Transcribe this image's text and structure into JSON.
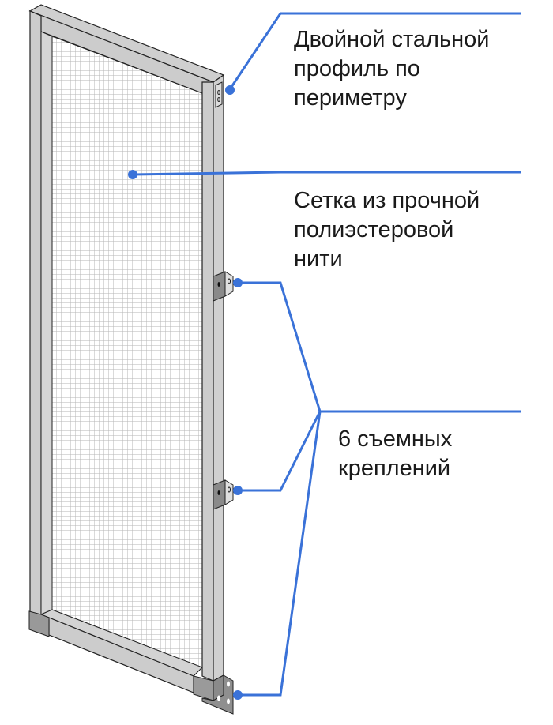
{
  "colors": {
    "accent": "#3a72d8",
    "frame": "#cccccc",
    "frame_dark": "#999999",
    "outline": "#222222"
  },
  "callouts": [
    {
      "id": "profile",
      "lines": [
        "Двойной стальной",
        "профиль по",
        "периметру"
      ]
    },
    {
      "id": "mesh",
      "lines": [
        "Сетка из прочной",
        "полиэстеровой",
        "нити"
      ]
    },
    {
      "id": "mounts",
      "lines": [
        "6 съемных",
        "креплений"
      ]
    }
  ]
}
